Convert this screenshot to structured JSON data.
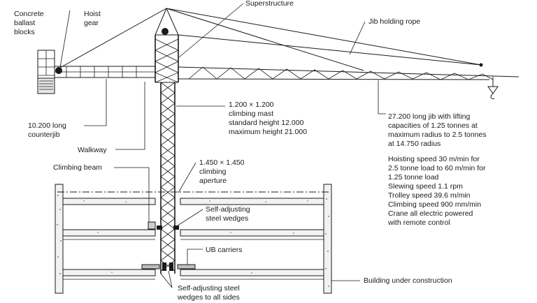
{
  "labels": {
    "ballast": [
      "Concrete",
      "ballast",
      "blocks"
    ],
    "hoist": [
      "Hoist",
      "gear"
    ],
    "superstructure": "Superstructure",
    "jib_rope": "Jib holding rope",
    "mast": [
      "1.200 × 1.200",
      "climbing mast",
      "standard height 12.000",
      "maximum height 21.000"
    ],
    "counterjib": [
      "10.200 long",
      "counterjib"
    ],
    "walkway": "Walkway",
    "jib": [
      "27.200 long jib with lifting",
      "capacities of 1.25 tonnes at",
      "maximum radius to 2.5 tonnes",
      "at 14.750 radius"
    ],
    "specs": [
      "Hoisting speed 30 m/min for",
      "2.5 tonne load to 60 m/min for",
      "1.25 tonne load",
      "Slewing speed 1.1 rpm",
      "Trolley speed 39.6 m/min",
      "Climbing speed 900 mm/min",
      "Crane all electric powered",
      "with remote control"
    ],
    "climbing_beam": "Climbing beam",
    "aperture": [
      "1.450 × 1.450",
      "climbing",
      "aperture"
    ],
    "wedges_top": [
      "Self-adjusting",
      "steel wedges"
    ],
    "ub_carriers": "UB carriers",
    "wedges_bottom": [
      "Self-adjusting steel",
      "wedges to all sides"
    ],
    "building": "Building under construction"
  }
}
